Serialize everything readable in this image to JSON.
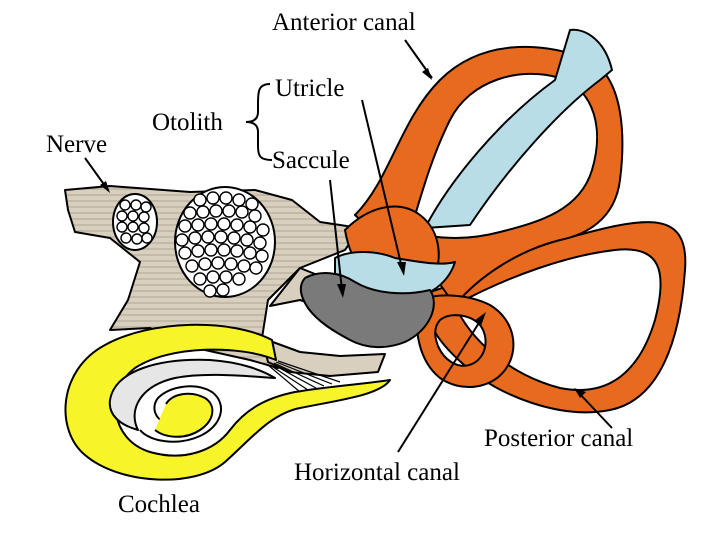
{
  "labels": {
    "anterior_canal": "Anterior canal",
    "utricle": "Utricle",
    "otolith": "Otolith",
    "saccule": "Saccule",
    "nerve": "Nerve",
    "posterior_canal": "Posterior canal",
    "horizontal_canal": "Horizontal canal",
    "cochlea": "Cochlea"
  },
  "colors": {
    "canals": "#e86a1e",
    "utricle_and_duct": "#b9dde6",
    "saccule": "#7a7a7a",
    "cochlea": "#f7f52a",
    "nerve_tissue": "#d8cfbe",
    "cochlea_inner": "#e6e6e6"
  }
}
